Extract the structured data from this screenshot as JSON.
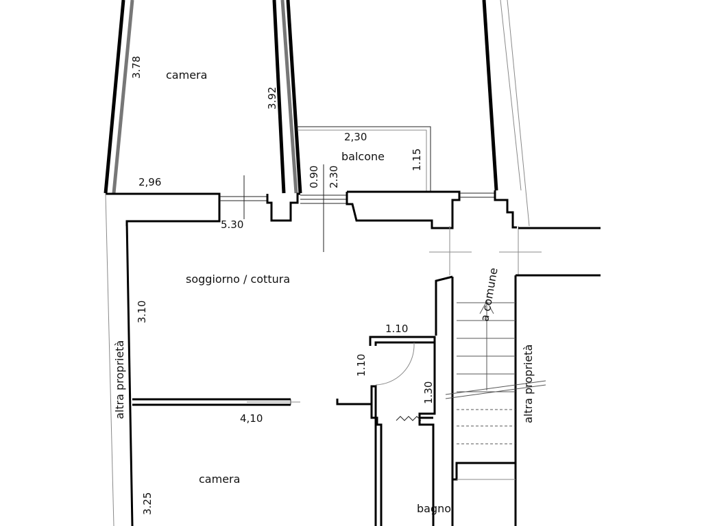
{
  "rooms": {
    "camera_top": "camera",
    "balcone": "balcone",
    "soggiorno": "soggiorno / cottura",
    "camera_bottom": "camera",
    "bagno": "bagno"
  },
  "neighbors": {
    "left": "altra proprietà",
    "right": "altra proprietà"
  },
  "common": "a comune",
  "dimensions": {
    "camera_top_left": "3.78",
    "camera_top_right": "3.92",
    "camera_top_width": "2,96",
    "balcone_width": "2,30",
    "balcone_depth": "1.15",
    "door_090": "0.90",
    "door_230": "2.30",
    "soggiorno_width": "5.30",
    "soggiorno_left": "3.10",
    "corridor_110_h": "1.10",
    "corridor_110_v": "1.10",
    "corridor_130": "1.30",
    "camera_bottom_width": "4,10",
    "camera_bottom_left": "3.25"
  }
}
